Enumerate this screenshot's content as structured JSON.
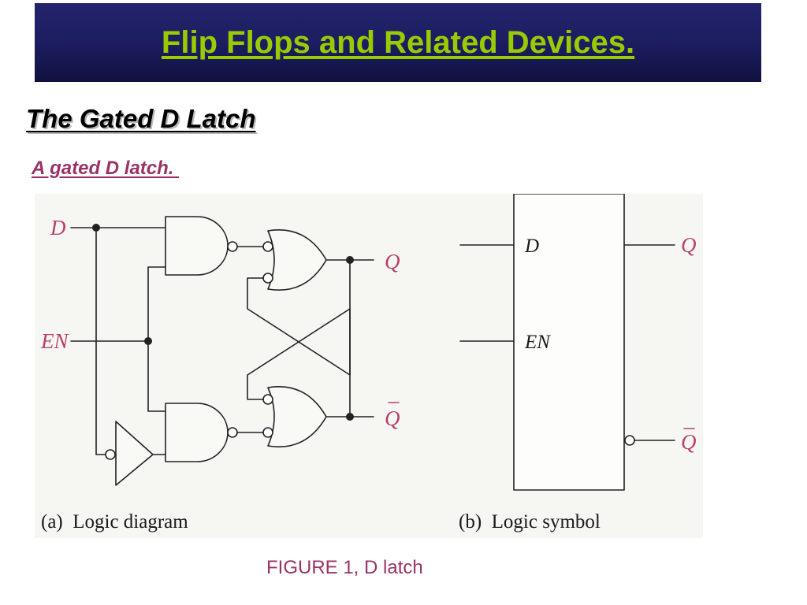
{
  "slide": {
    "title": "Flip Flops and Related Devices.",
    "subtitle": "The Gated D Latch",
    "caption": "A gated D latch. ",
    "figure_caption": "FIGURE 1, D latch"
  },
  "figure": {
    "logic_diagram": {
      "input_d": "D",
      "input_en": "EN",
      "output_q": "Q",
      "output_qbar": "Q",
      "subcaption": "(a)  Logic diagram"
    },
    "logic_symbol": {
      "pin_d": "D",
      "pin_en": "EN",
      "output_q": "Q",
      "output_qbar": "Q",
      "subcaption": "(b)  Logic symbol"
    }
  },
  "colors": {
    "title_bar": "#1c1c5e",
    "title_text": "#99cc00",
    "caption_text": "#993366",
    "pin_label": "#b8406a"
  }
}
